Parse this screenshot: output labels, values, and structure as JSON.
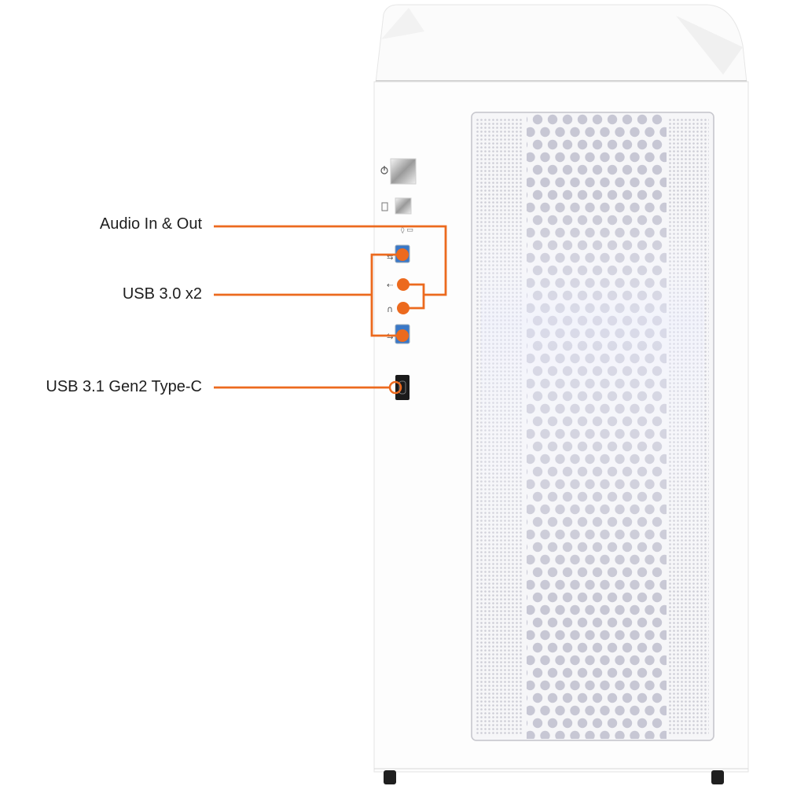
{
  "callouts": {
    "audio": "Audio In & Out",
    "usb30": "USB 3.0 x2",
    "usbc": "USB 3.1 Gen2 Type-C"
  },
  "colors": {
    "accent": "#ec6a1e",
    "case_body": "#fdfdfd",
    "mesh_holes": "#c9c9d6",
    "label_text": "#1e1e1e"
  },
  "icons": [
    "power-icon",
    "reset-icon",
    "usb-icon",
    "microphone-icon",
    "headphone-icon",
    "usb-c-icon"
  ]
}
